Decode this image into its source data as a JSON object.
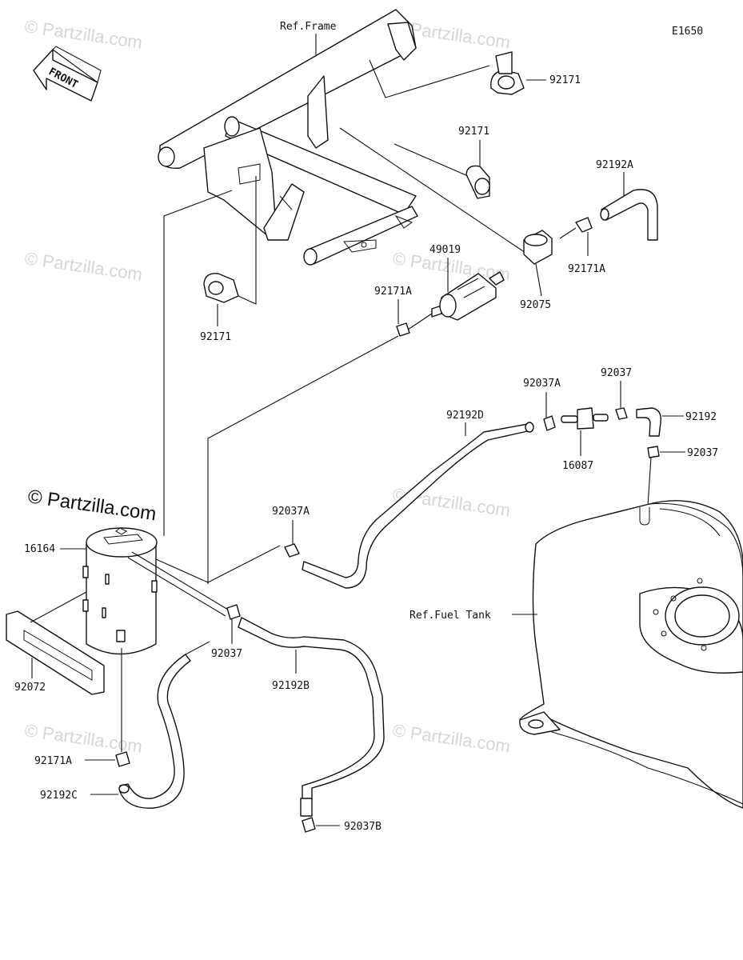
{
  "diagram": {
    "code": "E1650",
    "front_label": "FRONT",
    "watermark": "© Partzilla.com",
    "references": {
      "frame": "Ref.Frame",
      "fuel_tank": "Ref.Fuel Tank"
    },
    "callouts": {
      "c_92171_top": "92171",
      "c_92171_mid": "92171",
      "c_92171_left": "92171",
      "c_92192A": "92192A",
      "c_92171A_right": "92171A",
      "c_49019": "49019",
      "c_92075": "92075",
      "c_92171A_mid": "92171A",
      "c_92037A_top": "92037A",
      "c_92037_top": "92037",
      "c_92192D": "92192D",
      "c_92192": "92192",
      "c_92037_right": "92037",
      "c_16087": "16087",
      "c_92037A_mid": "92037A",
      "c_16164": "16164",
      "c_92037_low": "92037",
      "c_92192B": "92192B",
      "c_92072": "92072",
      "c_92171A_low": "92171A",
      "c_92192C": "92192C",
      "c_92037B": "92037B"
    }
  }
}
